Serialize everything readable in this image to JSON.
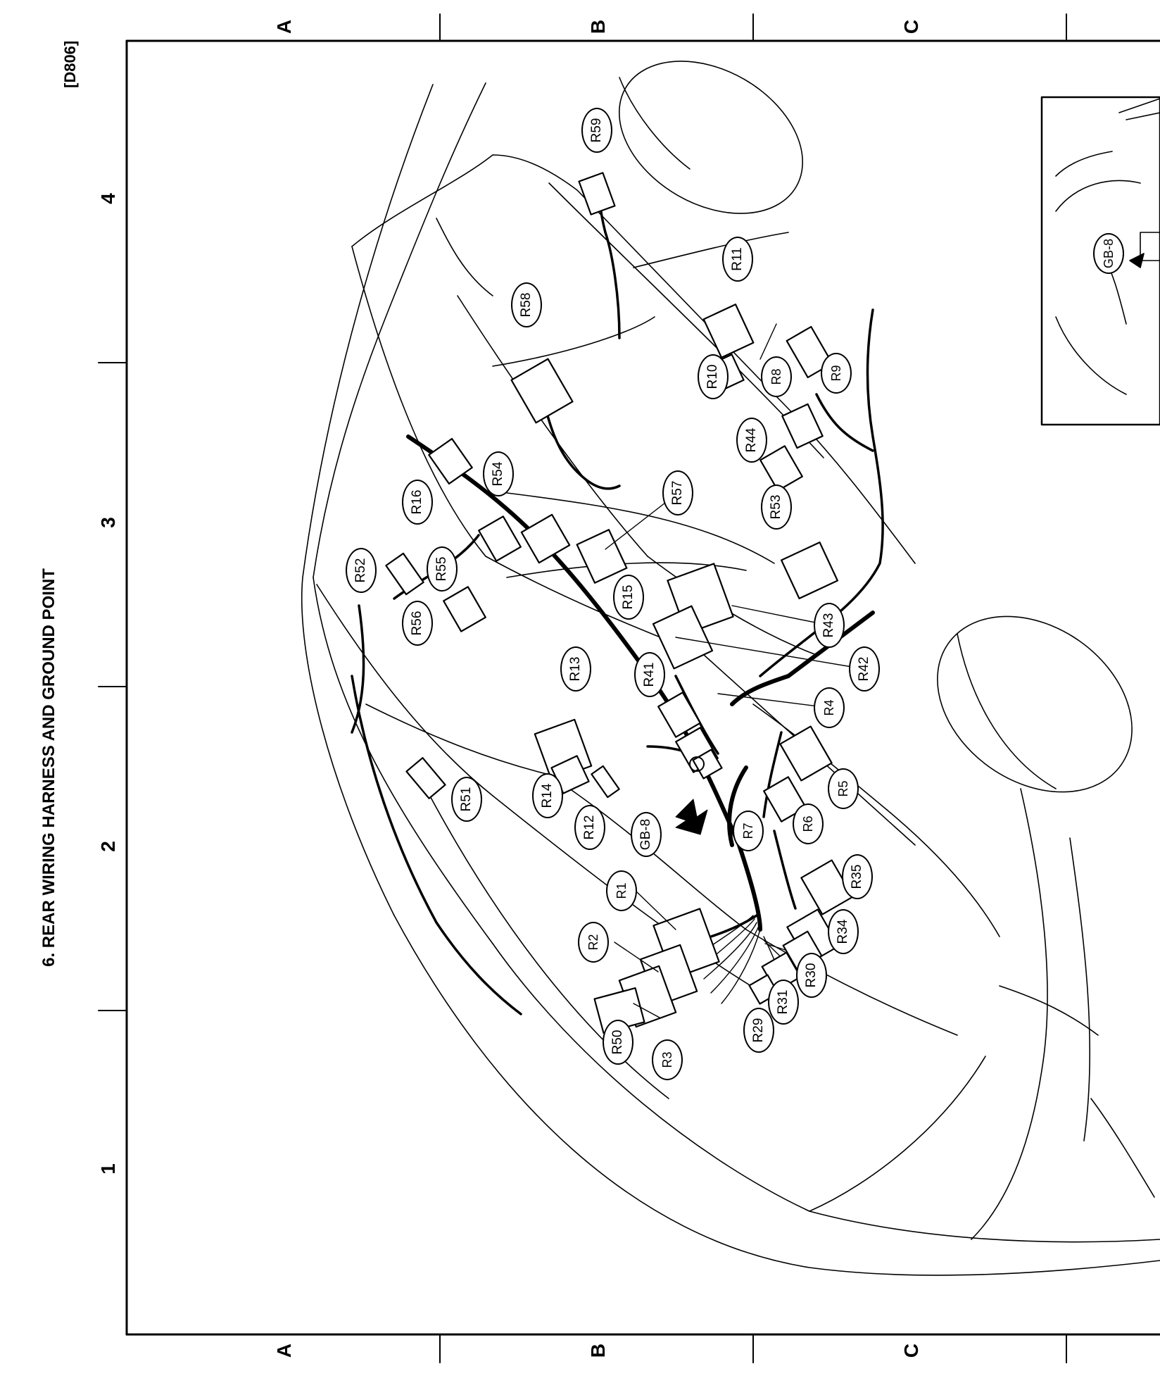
{
  "header": {
    "doc_id": "[D806]",
    "title": "6. REAR WIRING HARNESS AND GROUND POINT"
  },
  "grid": {
    "letters_top": [
      "A",
      "B",
      "C"
    ],
    "letters_bottom": [
      "A",
      "B",
      "C"
    ],
    "numbers": [
      "1",
      "2",
      "3",
      "4"
    ]
  },
  "connectors": {
    "R59": "R59",
    "R58": "R58",
    "R11": "R11",
    "R10": "R10",
    "R8": "R8",
    "R9": "R9",
    "R44": "R44",
    "R54": "R54",
    "R57": "R57",
    "R53": "R53",
    "R16": "R16",
    "R52": "R52",
    "R55": "R55",
    "R15": "R15",
    "R56": "R56",
    "R43": "R43",
    "R13": "R13",
    "R41": "R41",
    "R42": "R42",
    "R4": "R4",
    "R14": "R14",
    "R51": "R51",
    "R12": "R12",
    "GB8": "GB-8",
    "R7": "R7",
    "R6": "R6",
    "R5": "R5",
    "R1": "R1",
    "R2": "R2",
    "R35": "R35",
    "R34": "R34",
    "R30": "R30",
    "R31": "R31",
    "R29": "R29",
    "R50": "R50",
    "R3": "R3"
  },
  "inset": {
    "ground_label": "GB-8"
  }
}
